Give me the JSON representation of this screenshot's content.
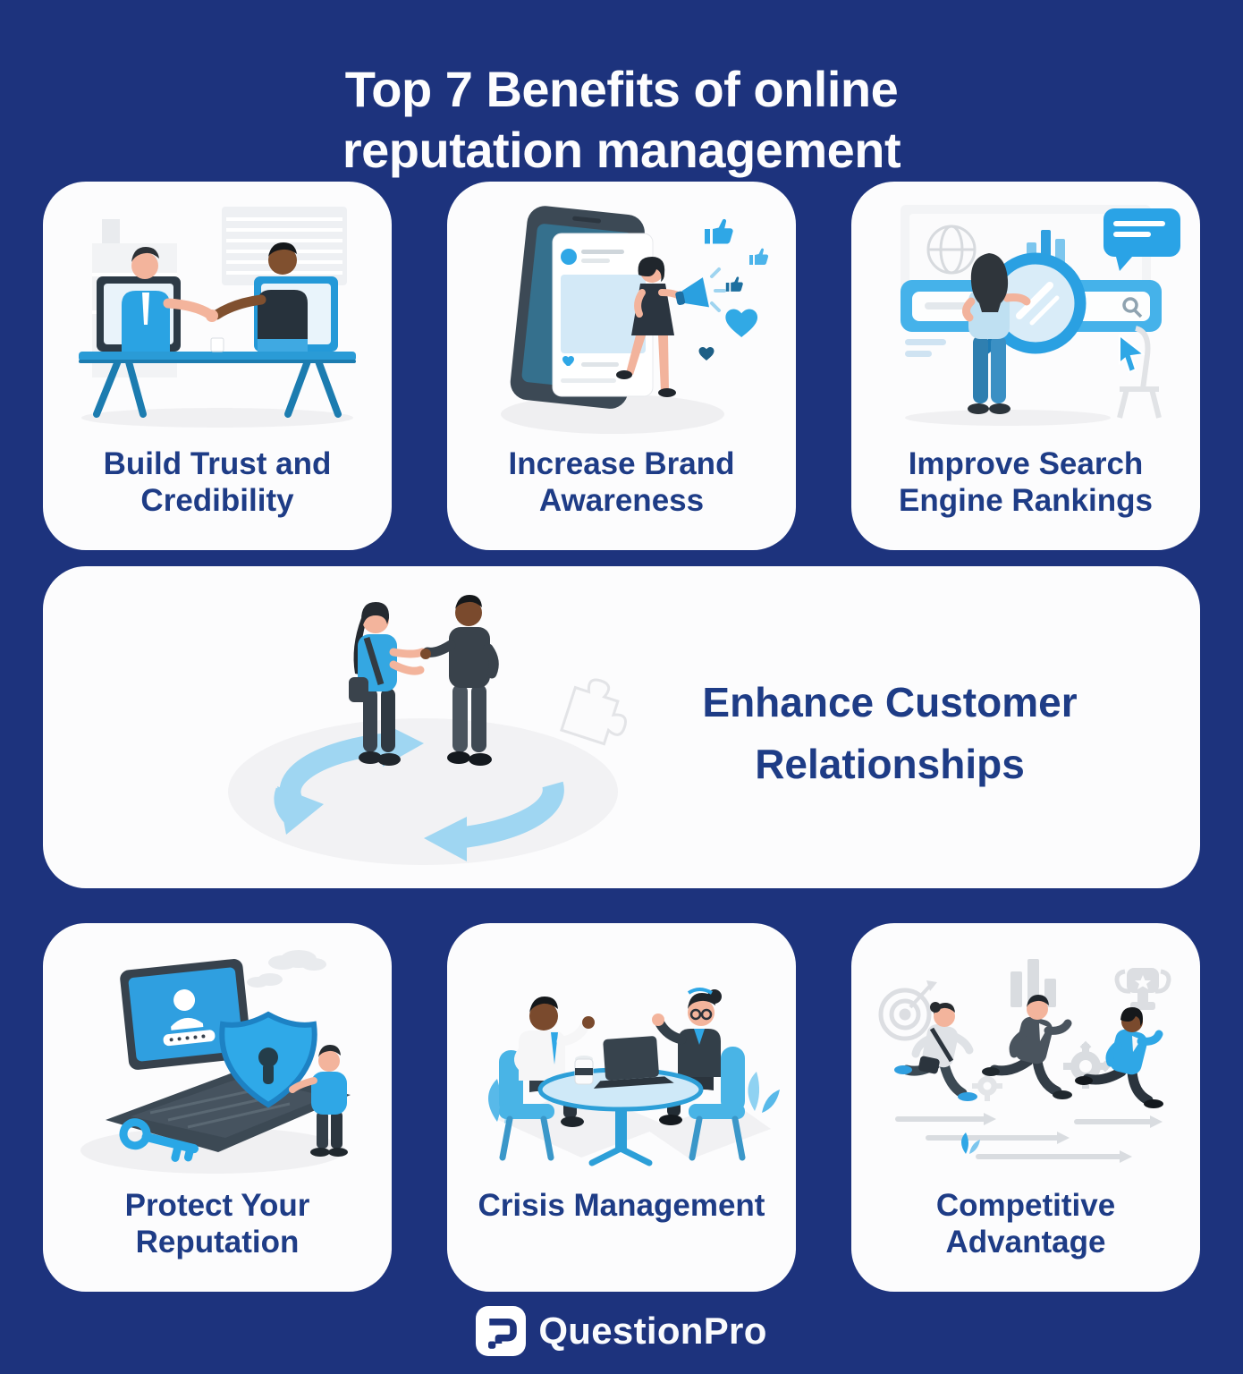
{
  "page": {
    "title_lines": [
      "Top 7 Benefits of online",
      "reputation management"
    ],
    "background_color": "#1d337d",
    "card_color": "#fcfcfd",
    "title_text_color": "#fdfdfe",
    "label_text_color": "#1e3c86",
    "accent_blue": "#2fa3e2",
    "light_blue": "#9fd6f2",
    "slate": "#3a4750"
  },
  "cards": [
    {
      "name": "build-trust",
      "label_lines": [
        "Build Trust and",
        "Credibility"
      ],
      "illustration": "two-people-handshake-through-laptop-screens"
    },
    {
      "name": "increase-brand-awareness",
      "label_lines": [
        "Increase Brand",
        "Awareness"
      ],
      "illustration": "woman-with-megaphone-stepping-out-of-phone-likes-hearts"
    },
    {
      "name": "improve-search-rankings",
      "label_lines": [
        "Improve Search",
        "Engine Rankings"
      ],
      "illustration": "woman-with-giant-search-bar-and-magnifier"
    },
    {
      "name": "enhance-customer-relationships",
      "label_lines": [
        "Enhance Customer",
        "Relationships"
      ],
      "illustration": "two-people-talking-inside-cycle-arrows"
    },
    {
      "name": "protect-your-reputation",
      "label_lines": [
        "Protect Your",
        "Reputation"
      ],
      "illustration": "laptop-with-security-shield-key-and-person"
    },
    {
      "name": "crisis-management",
      "label_lines": [
        "Crisis Management"
      ],
      "illustration": "two-people-meeting-at-round-table-with-laptop"
    },
    {
      "name": "competitive-advantage",
      "label_lines": [
        "Competitive",
        "Advantage"
      ],
      "illustration": "three-business-people-racing-with-trophy-and-target"
    }
  ],
  "footer": {
    "brand": "QuestionPro",
    "logo": "questionpro-question-mark-logo"
  }
}
